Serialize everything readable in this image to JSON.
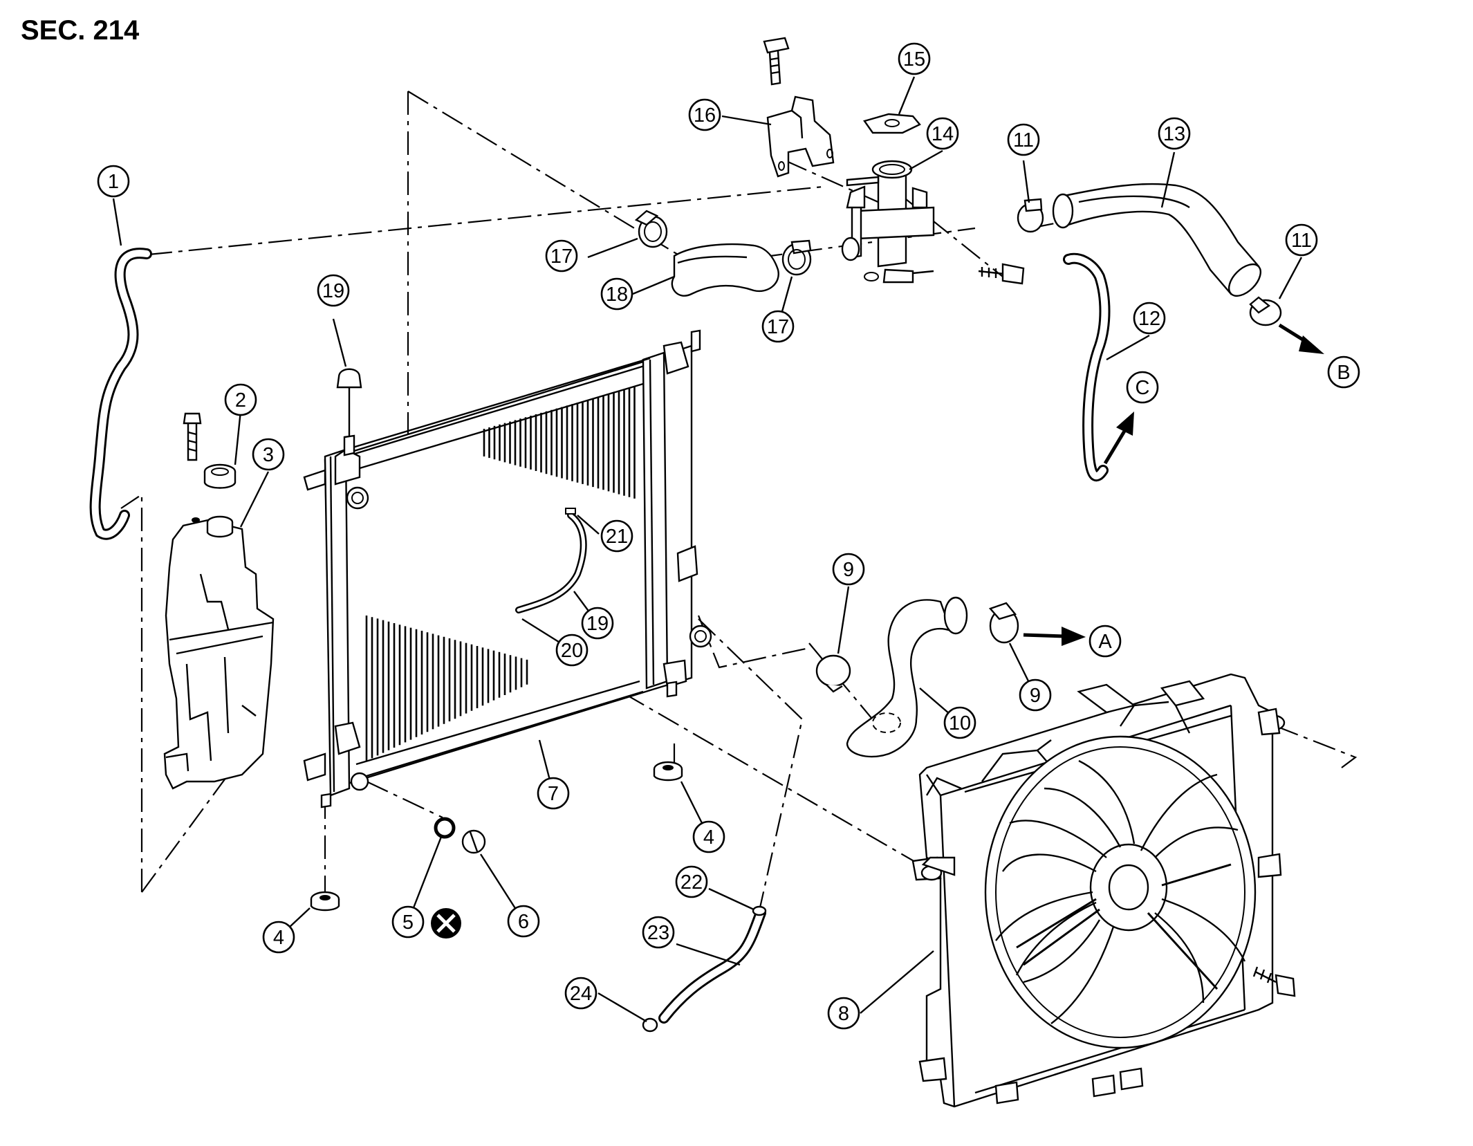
{
  "title": "SEC. 214",
  "callouts": [
    {
      "label": "1"
    },
    {
      "label": "2"
    },
    {
      "label": "3"
    },
    {
      "label": "4"
    },
    {
      "label": "4"
    },
    {
      "label": "5"
    },
    {
      "label": "6"
    },
    {
      "label": "7"
    },
    {
      "label": "8"
    },
    {
      "label": "9"
    },
    {
      "label": "9"
    },
    {
      "label": "10"
    },
    {
      "label": "11"
    },
    {
      "label": "11"
    },
    {
      "label": "12"
    },
    {
      "label": "13"
    },
    {
      "label": "14"
    },
    {
      "label": "15"
    },
    {
      "label": "16"
    },
    {
      "label": "17"
    },
    {
      "label": "17"
    },
    {
      "label": "18"
    },
    {
      "label": "19"
    },
    {
      "label": "19"
    },
    {
      "label": "20"
    },
    {
      "label": "21"
    },
    {
      "label": "22"
    },
    {
      "label": "23"
    },
    {
      "label": "24"
    }
  ],
  "references": [
    {
      "label": "A"
    },
    {
      "label": "B"
    },
    {
      "label": "C"
    }
  ],
  "icons": {
    "no_reuse": "x-circle-icon"
  }
}
